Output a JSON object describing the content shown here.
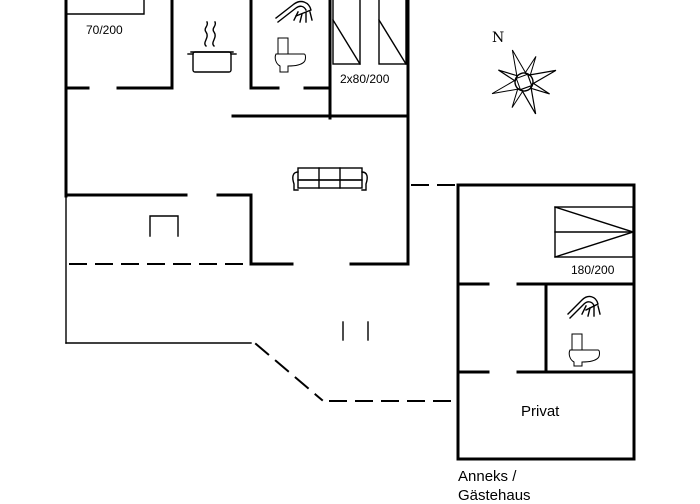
{
  "plan": {
    "beds": {
      "bed_top_left": "70/200",
      "bed_top_double": "2x80/200",
      "bed_annex": "180/200"
    },
    "rooms": {
      "annex_room": "Privat"
    },
    "annex_label": {
      "line1": "Anneks /",
      "line2": "Gästehaus"
    },
    "compass": {
      "north": "N"
    }
  },
  "icons": {
    "stove": "cooking-pot-icon",
    "sofa": "sofa-icon",
    "shower": "shower-icon",
    "toilet": "toilet-icon",
    "compass": "compass-rose-icon"
  },
  "colors": {
    "line": "#000000",
    "background": "#ffffff"
  }
}
